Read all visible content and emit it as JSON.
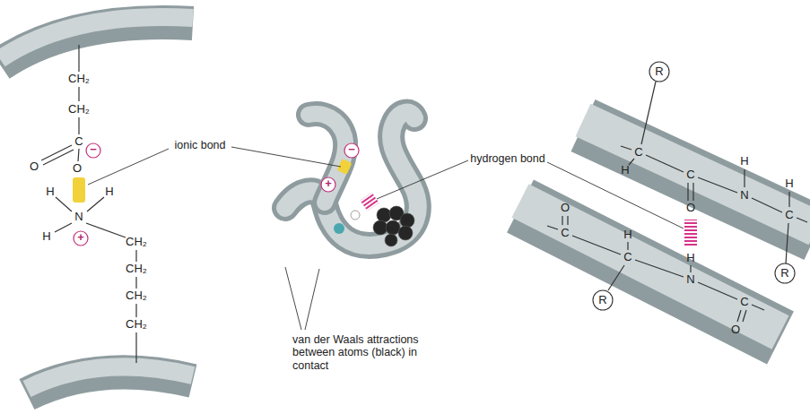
{
  "diagram": {
    "labels": [
      "CH₂",
      "CH₂",
      "C",
      "O",
      "O",
      "−",
      "H",
      "H",
      "N",
      "H",
      "+",
      "CH₂",
      "CH₂",
      "CH₂",
      "CH₂",
      "ionic bond",
      "−",
      "+",
      "hydrogen bond",
      "van der Waals attractions between atoms (black) in contact",
      "R",
      "C",
      "H",
      "C",
      "O",
      "H",
      "N",
      "H",
      "C",
      "R",
      "O",
      "C",
      "H",
      "C",
      "R",
      "H",
      "N",
      "C",
      "O"
    ]
  }
}
